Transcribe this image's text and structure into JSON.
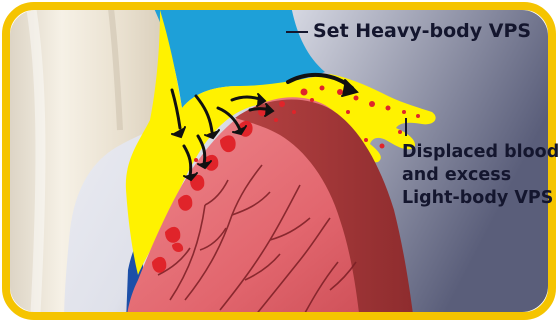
{
  "labels": {
    "set_heavy_body": "Set Heavy-body VPS",
    "displaced_lines": [
      "Displaced blood",
      "and excess",
      "Light-body VPS"
    ]
  },
  "colors": {
    "frame_border": "#f5c400",
    "background_gradient_light": "#eef0f8",
    "background_gradient_dark": "#565a76",
    "tooth_ivory": "#efe7d8",
    "heavy_body_vps_blue": "#1ea0d8",
    "light_body_vps_yellow": "#fff200",
    "blood_red": "#e0242a",
    "gingiva_pink": "#e56a72",
    "bone_dark_red": "#a63636",
    "vessel_dark": "#7a1e24",
    "flow_arrow": "#111111",
    "label_text": "#14162e"
  },
  "icons": [
    "flow-arrow-icon"
  ]
}
